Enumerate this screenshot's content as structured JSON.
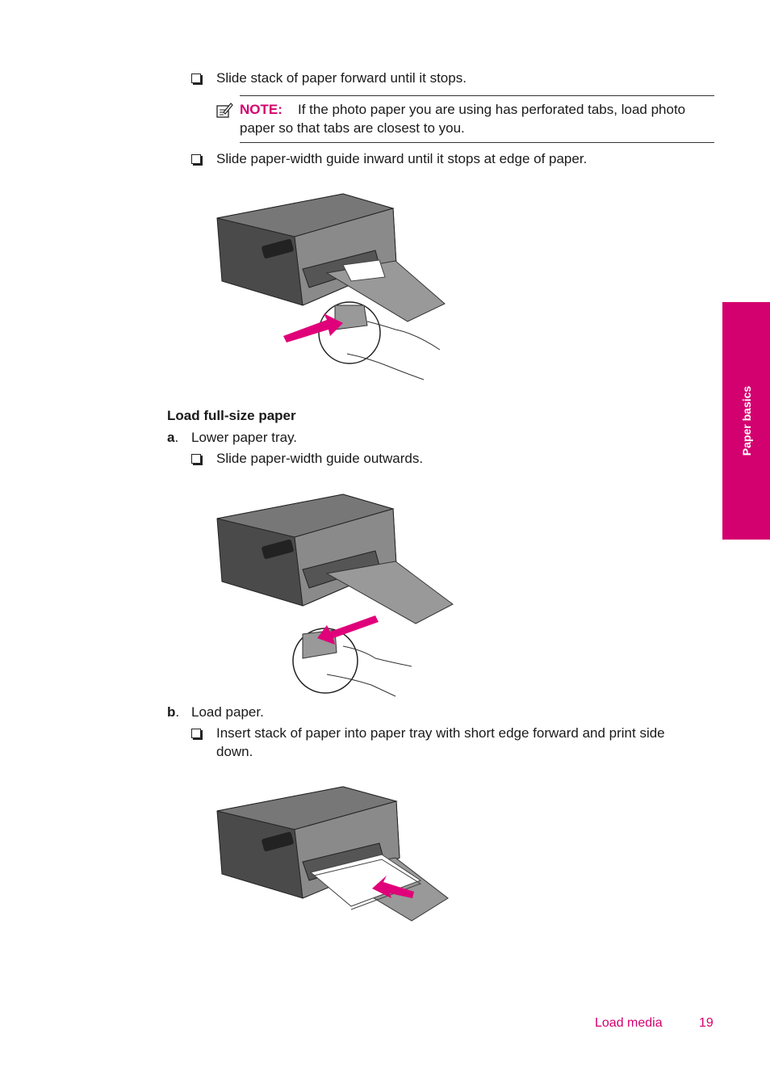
{
  "steps_top": {
    "item1": "Slide stack of paper forward until it stops.",
    "note_label": "NOTE:",
    "note_line1": "If the photo paper you are using has perforated tabs, load photo",
    "note_line2": "paper so that tabs are closest to you.",
    "item2": "Slide paper-width guide inward until it stops at edge of paper."
  },
  "section": {
    "heading": "Load full-size paper",
    "step_a_letter": "a",
    "step_a_text": "Lower paper tray.",
    "step_a_sub": "Slide paper-width guide outwards.",
    "step_b_letter": "b",
    "step_b_text": "Load paper.",
    "step_b_sub_line1": "Insert stack of paper into paper tray with short edge forward and print side",
    "step_b_sub_line2": "down."
  },
  "side_tab": {
    "label": "Paper basics"
  },
  "footer": {
    "section": "Load media",
    "page_number": "19"
  },
  "colors": {
    "accent": "#d3006f",
    "printer_body": "#6b6b6b",
    "printer_dark": "#3c3c3c"
  }
}
